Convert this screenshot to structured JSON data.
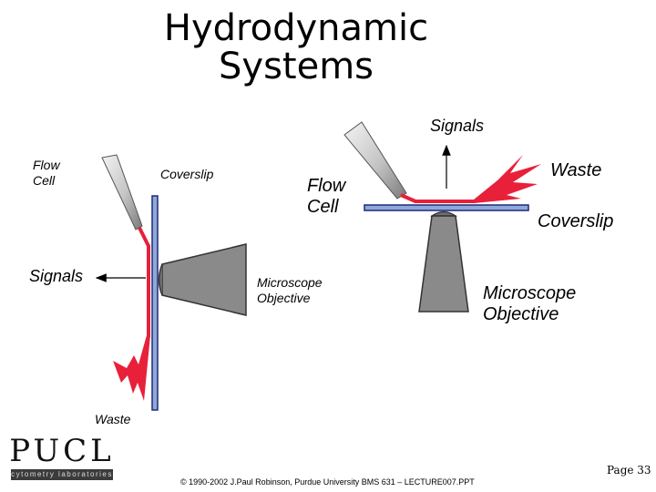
{
  "title": "Hydrodynamic Systems",
  "left_diagram": {
    "flow_cell_label": "Flow Cell",
    "coverslip_label": "Coverslip",
    "signals_label": "Signals",
    "objective_label": "Microscope Objective",
    "waste_label": "Waste"
  },
  "right_diagram": {
    "signals_label": "Signals",
    "flow_cell_label": "Flow Cell",
    "waste_label": "Waste",
    "coverslip_label": "Coverslip",
    "objective_label": "Microscope Objective"
  },
  "footer": {
    "logo_text": "PUCL",
    "logo_subtext": "cytometry laboratories",
    "copyright": "© 1990-2002 J.Paul Robinson, Purdue University BMS 631 – LECTURE007.PPT",
    "page_number": "Page 33"
  },
  "colors": {
    "stream": "#e8203a",
    "coverslip_fill": "#8fa8d8",
    "coverslip_edge": "#1e2a78",
    "objective_fill": "#8a8a8a",
    "nozzle_light": "#efefef",
    "nozzle_dark": "#8c8c8c"
  }
}
